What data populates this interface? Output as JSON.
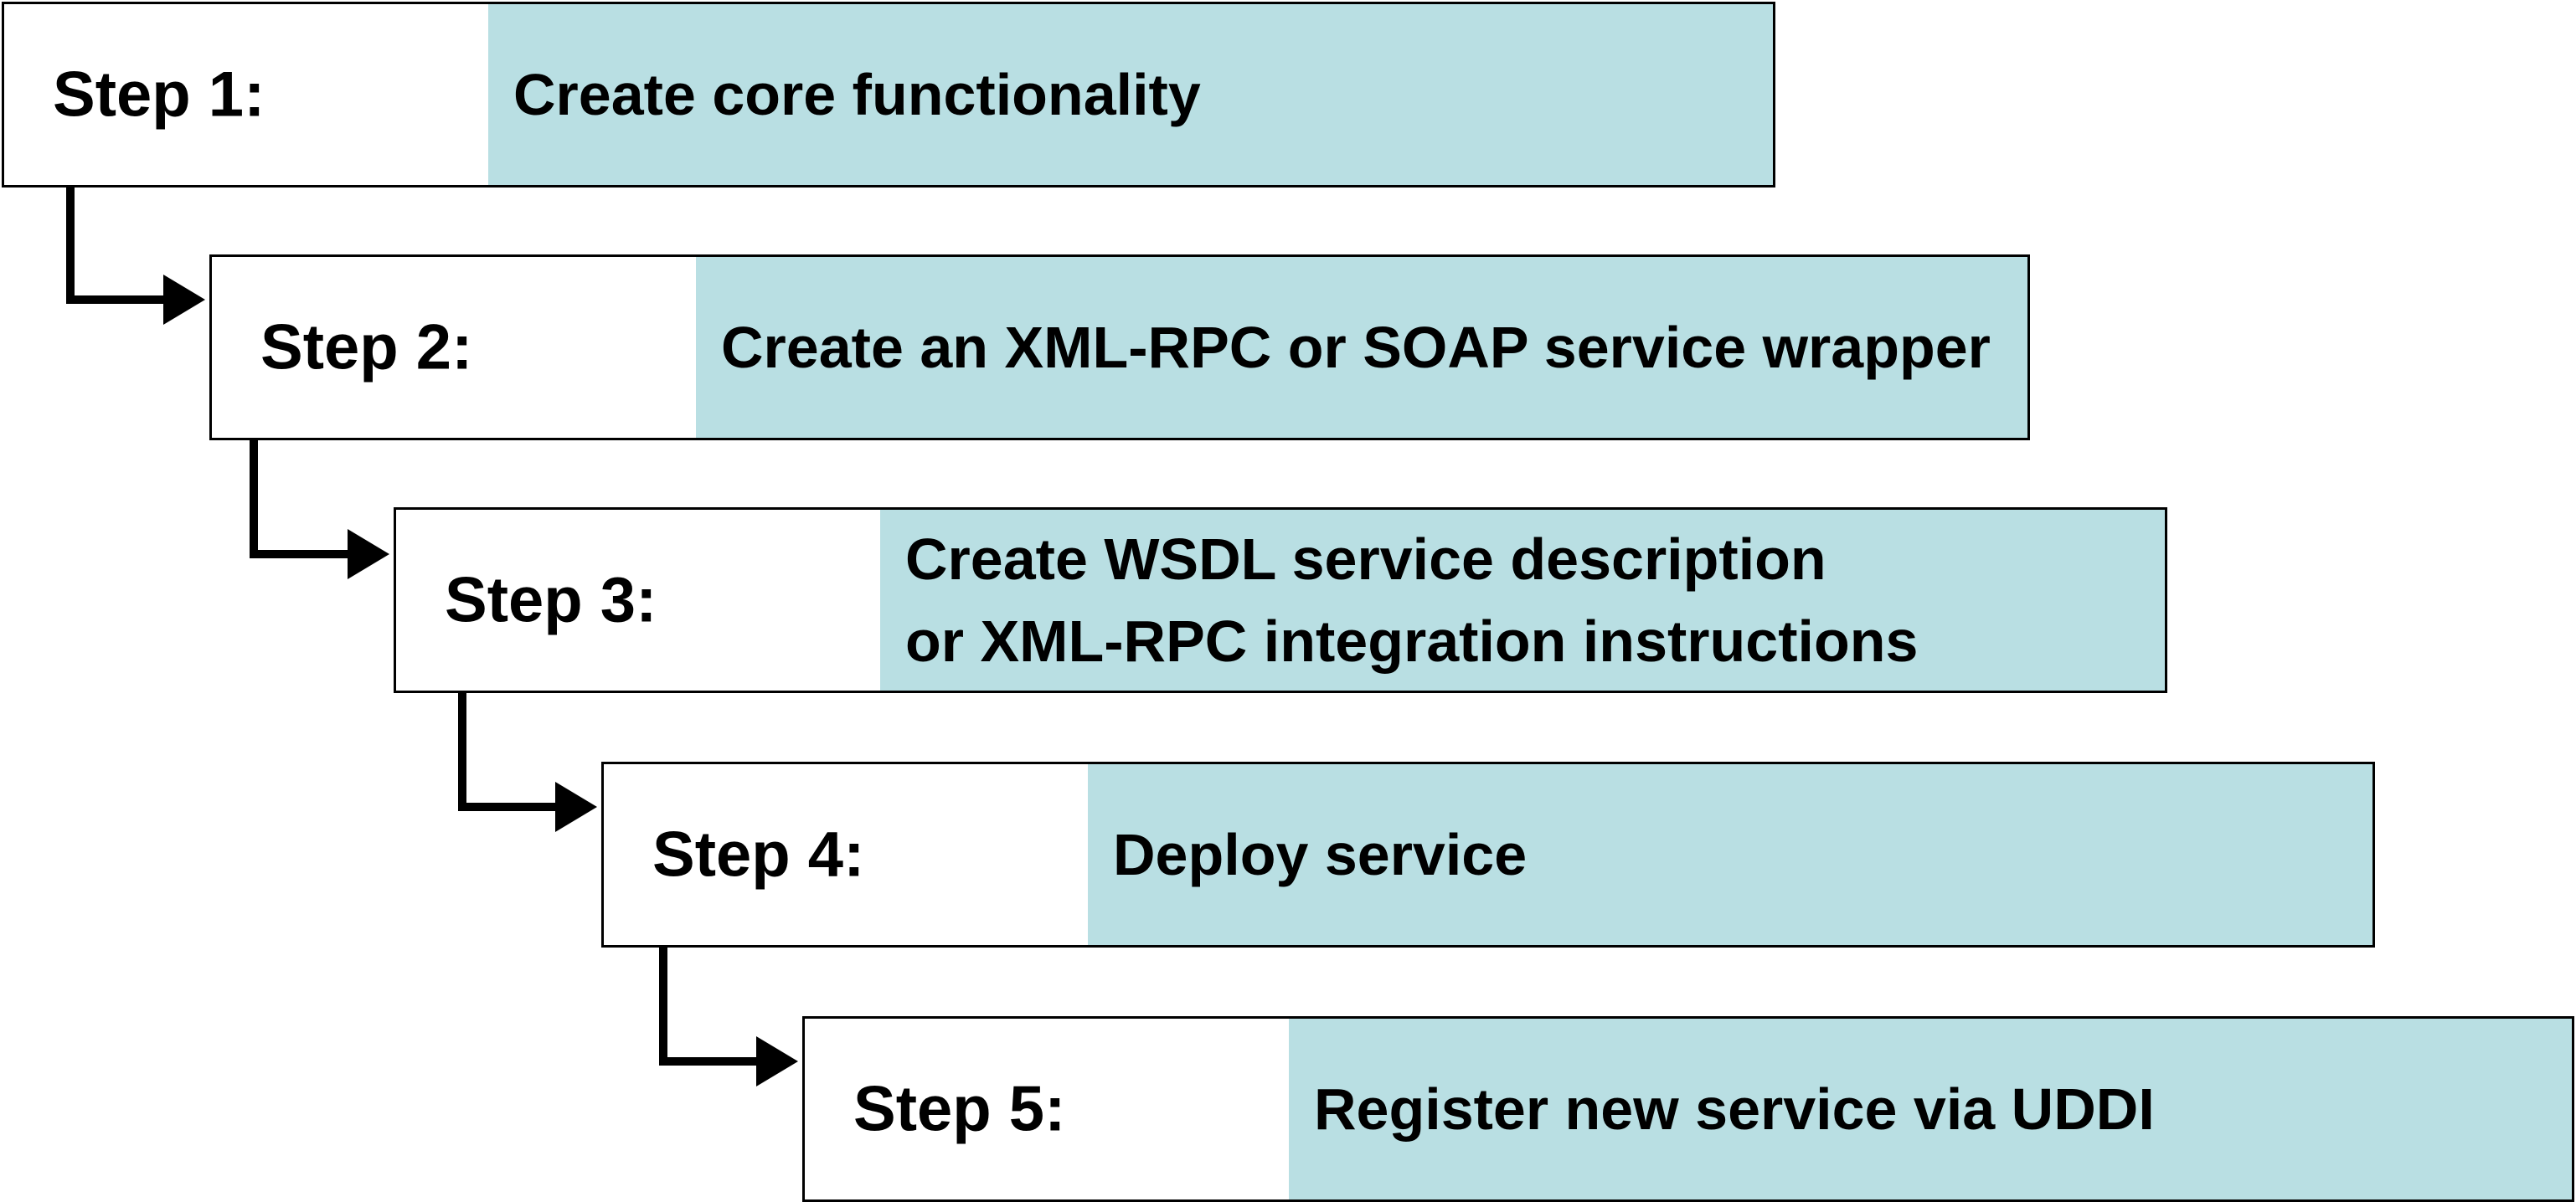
{
  "steps": [
    {
      "label": "Step 1:",
      "text": "Create core functionality"
    },
    {
      "label": "Step 2:",
      "text": "Create an XML-RPC or SOAP service wrapper"
    },
    {
      "label": "Step 3:",
      "text": "Create WSDL service description\nor XML-RPC integration instructions"
    },
    {
      "label": "Step 4:",
      "text": "Deploy service"
    },
    {
      "label": "Step 5:",
      "text": "Register new service via UDDI"
    }
  ],
  "colors": {
    "description_fill": "#b9dfe3",
    "border": "#000000",
    "label_fill": "#ffffff"
  },
  "icons": [
    "elbow-arrow-icon"
  ]
}
